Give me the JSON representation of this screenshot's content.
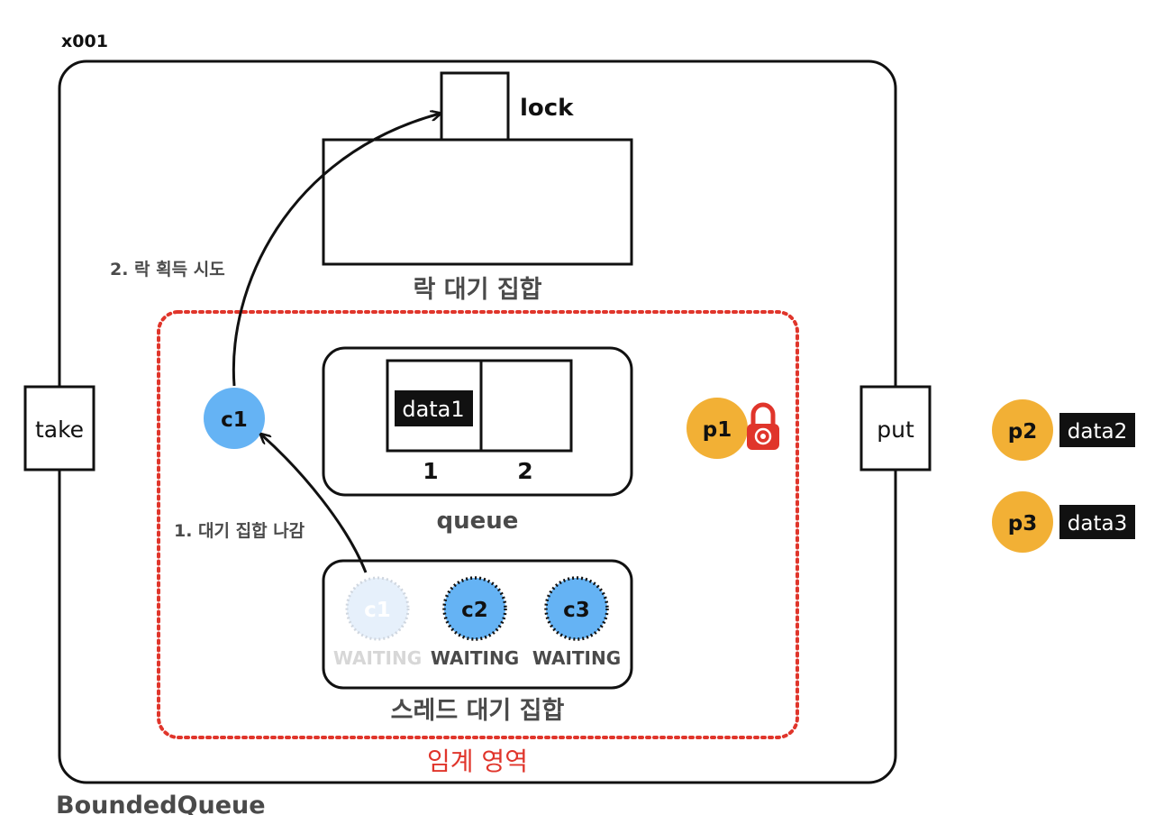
{
  "object_id": "x001",
  "class_name": "BoundedQueue",
  "lock_label": "lock",
  "lock_wait_set_label": "락 대기 집합",
  "queue_label": "queue",
  "thread_wait_set_label": "스레드 대기 집합",
  "critical_section_label": "임계 영역",
  "take_label": "take",
  "put_label": "put",
  "queue_slots": [
    {
      "index": "1",
      "data": "data1"
    },
    {
      "index": "2",
      "data": ""
    }
  ],
  "waiting_threads": [
    {
      "name": "c1",
      "state": "WAITING",
      "faded": true
    },
    {
      "name": "c2",
      "state": "WAITING",
      "faded": false
    },
    {
      "name": "c3",
      "state": "WAITING",
      "faded": false
    }
  ],
  "active_consumer": "c1",
  "step1_label": "1.  대기 집합 나감",
  "step2_label": "2. 락 획득 시도",
  "producer_inside": "p1",
  "producers_outside": [
    {
      "name": "p2",
      "data": "data2"
    },
    {
      "name": "p3",
      "data": "data3"
    }
  ],
  "colors": {
    "consumer": "#65b3f4",
    "consumer_faded": "#e6f0fb",
    "producer": "#f2b035",
    "critical_border": "#e0352b",
    "lock_icon": "#e0352b",
    "text_gray": "#4a4a4a"
  },
  "icons": {
    "lock_icon": "padlock-icon"
  }
}
